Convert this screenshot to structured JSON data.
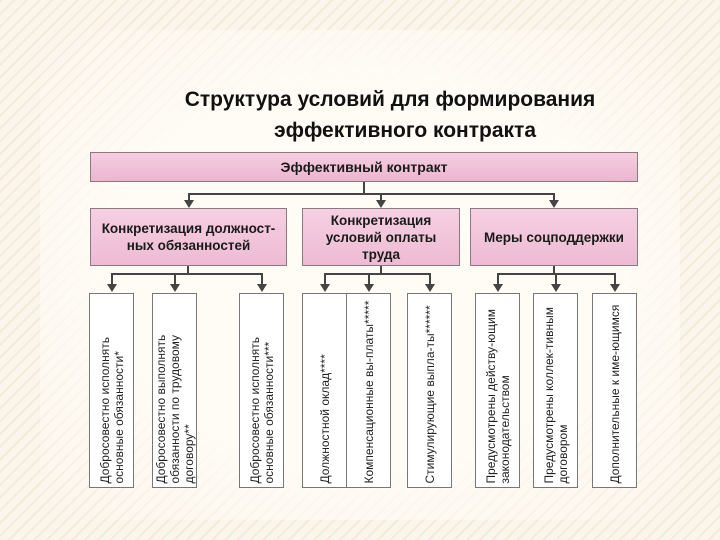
{
  "title_line1": "Структура условий для формирования",
  "title_line2": "эффективного контракта",
  "top_box": "Эффективный контракт",
  "middle_boxes": [
    "Конкретизация должност-ных обязанностей",
    "Конкретизация условий оплаты труда",
    "Меры соцподдержки"
  ],
  "leaves": [
    "Добросовестно исполнять основные обязанности*",
    "Добросовестно выполнять обязанности по трудовому договору**",
    "Добросовестно исполнять основные обязанности***",
    "Должностной оклад****",
    "Компенсационные вы-платы*****",
    "Стимулирующие выпла-ты******",
    "Предусмотрены действу-ющим законодательством",
    "Предусмотрены коллек-тивным договором",
    "Дополнительные к име-ющимся"
  ],
  "colors": {
    "box_fill": "#f1c6dc",
    "leaf_fill": "#ffffff",
    "line": "#444444"
  }
}
